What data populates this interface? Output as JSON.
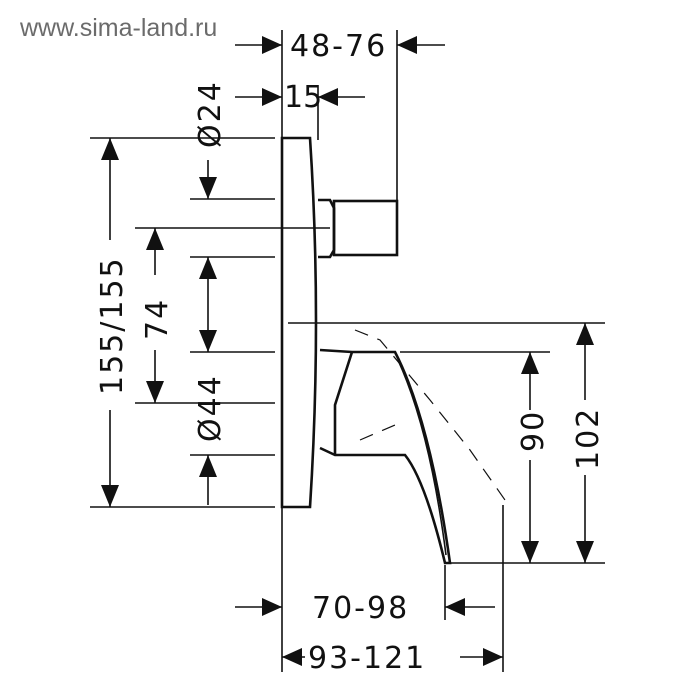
{
  "watermark": "www.sima-land.ru",
  "dimensions": {
    "top_depth": "48-76",
    "plate_depth": "15",
    "diverter_diameter": "Ø24",
    "plate_height": "155/155",
    "diverter_offset": "74",
    "body_diameter": "Ø44",
    "spout_height": "90",
    "total_height": "102",
    "spout_reach_min": "70-98",
    "total_reach": "93-121"
  }
}
